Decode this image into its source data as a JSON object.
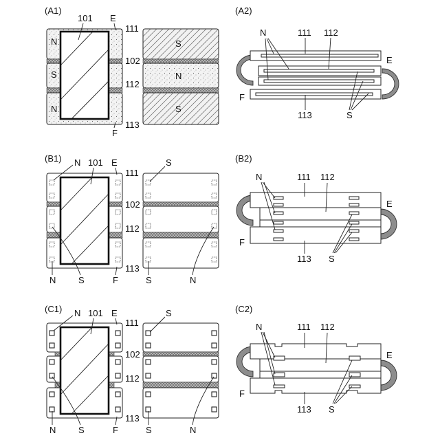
{
  "panels": {
    "a1": {
      "title": "(A1)",
      "labels": {
        "part_101": "101",
        "e": "E",
        "f": "F",
        "n_top": "N",
        "s_mid": "S",
        "n_bot": "N",
        "l111": "111",
        "l102": "102",
        "l112": "112",
        "l113": "113",
        "r_s_top": "S",
        "r_n_mid": "N",
        "r_s_bot": "S"
      }
    },
    "a2": {
      "title": "(A2)",
      "labels": {
        "n": "N",
        "l111": "111",
        "l112": "112",
        "l113": "113",
        "e": "E",
        "f": "F",
        "s": "S"
      }
    },
    "b1": {
      "title": "(B1)",
      "labels": {
        "n_top": "N",
        "part_101": "101",
        "e": "E",
        "f": "F",
        "l111": "111",
        "l102": "102",
        "l112": "112",
        "l113": "113",
        "s_top": "S",
        "n_bl": "N",
        "s_bm": "S",
        "s_br": "S",
        "n_br": "N"
      }
    },
    "b2": {
      "title": "(B2)",
      "labels": {
        "n": "N",
        "l111": "111",
        "l112": "112",
        "l113": "113",
        "e": "E",
        "f": "F",
        "s": "S"
      }
    },
    "c1": {
      "title": "(C1)",
      "labels": {
        "n_top": "N",
        "part_101": "101",
        "e": "E",
        "f": "F",
        "l111": "111",
        "l102": "102",
        "l112": "112",
        "l113": "113",
        "s_top": "S",
        "n_bl": "N",
        "s_bm": "S",
        "s_br": "S",
        "n_br": "N"
      }
    },
    "c2": {
      "title": "(C2)",
      "labels": {
        "n": "N",
        "l111": "111",
        "l112": "112",
        "l113": "113",
        "e": "E",
        "f": "F",
        "s": "S"
      }
    }
  }
}
